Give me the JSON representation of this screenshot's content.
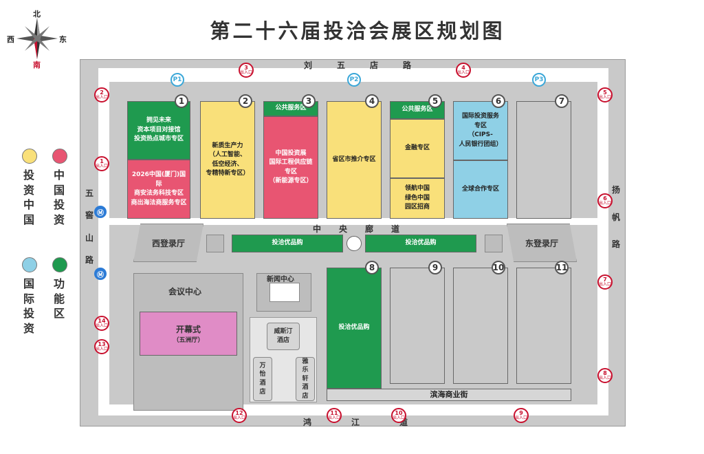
{
  "title": "第二十六届投洽会展区规划图",
  "compass": {
    "north": "北",
    "south": "南",
    "east": "东",
    "west": "西"
  },
  "colors": {
    "yellow": "#f9e07a",
    "red": "#e85572",
    "blue": "#8fd0e6",
    "green": "#1f9a4f",
    "gray": "#c9c9c9",
    "pink": "#e08cc6"
  },
  "legend": [
    {
      "label": "投资中国",
      "color": "#f9e07a"
    },
    {
      "label": "中国投资",
      "color": "#e85572"
    },
    {
      "label": "国际投资",
      "color": "#8fd0e6"
    },
    {
      "label": "功能区",
      "color": "#1f9a4f"
    }
  ],
  "roads": {
    "north": "刘五店路",
    "south": "鸿江道",
    "west": "五窖山路",
    "east": "扬帆路"
  },
  "corridor": "中央廊道",
  "parking": [
    "P1",
    "P2",
    "P3"
  ],
  "gate_suffix": "出入口",
  "gates": [
    "1",
    "2",
    "3",
    "4",
    "5",
    "6",
    "7",
    "8",
    "9",
    "10",
    "11",
    "12",
    "13",
    "14"
  ],
  "halls": [
    {
      "num": "1",
      "top_text": "拥见未来\n资本项目对接馆\n投资热点城市专区",
      "bottom_text": "2026中国(厦门)国际\n商安法务科技专区\n商出海法商服务专区"
    },
    {
      "num": "2",
      "text": "新质生产力\n（人工智能、\n低空经济、\n专精特新专区）"
    },
    {
      "num": "3",
      "top_text": "公共服务区",
      "text": "中国投资展\n国际工程供应链\n专区\n（新能源专区）"
    },
    {
      "num": "4",
      "text": "省区市推介专区"
    },
    {
      "num": "5",
      "top_text": "公共服务区",
      "mid_text": "金融专区",
      "bottom_text": "领航中国\n绿色中国\n园区招商"
    },
    {
      "num": "6",
      "top_text": "国际投资服务\n专区\n（CIPS-\n人民银行团组）",
      "bottom_text": "全球合作专区"
    },
    {
      "num": "7"
    },
    {
      "num": "8",
      "text": "投洽优品购"
    },
    {
      "num": "9"
    },
    {
      "num": "10"
    },
    {
      "num": "11"
    }
  ],
  "shopping_left": "投洽优品购",
  "shopping_right": "投洽优品购",
  "west_lobby": "西登录厅",
  "east_lobby": "东登录厅",
  "conference_center": "会议中心",
  "opening_ceremony": "开幕式",
  "opening_venue": "（五洲厅）",
  "press_center": "新闻中心",
  "hotels": [
    "威斯汀\n酒店",
    "万\n怡\n酒\n店",
    "雅\n乐\n轩\n酒\n店"
  ],
  "binhai_street": "滨海商业街"
}
